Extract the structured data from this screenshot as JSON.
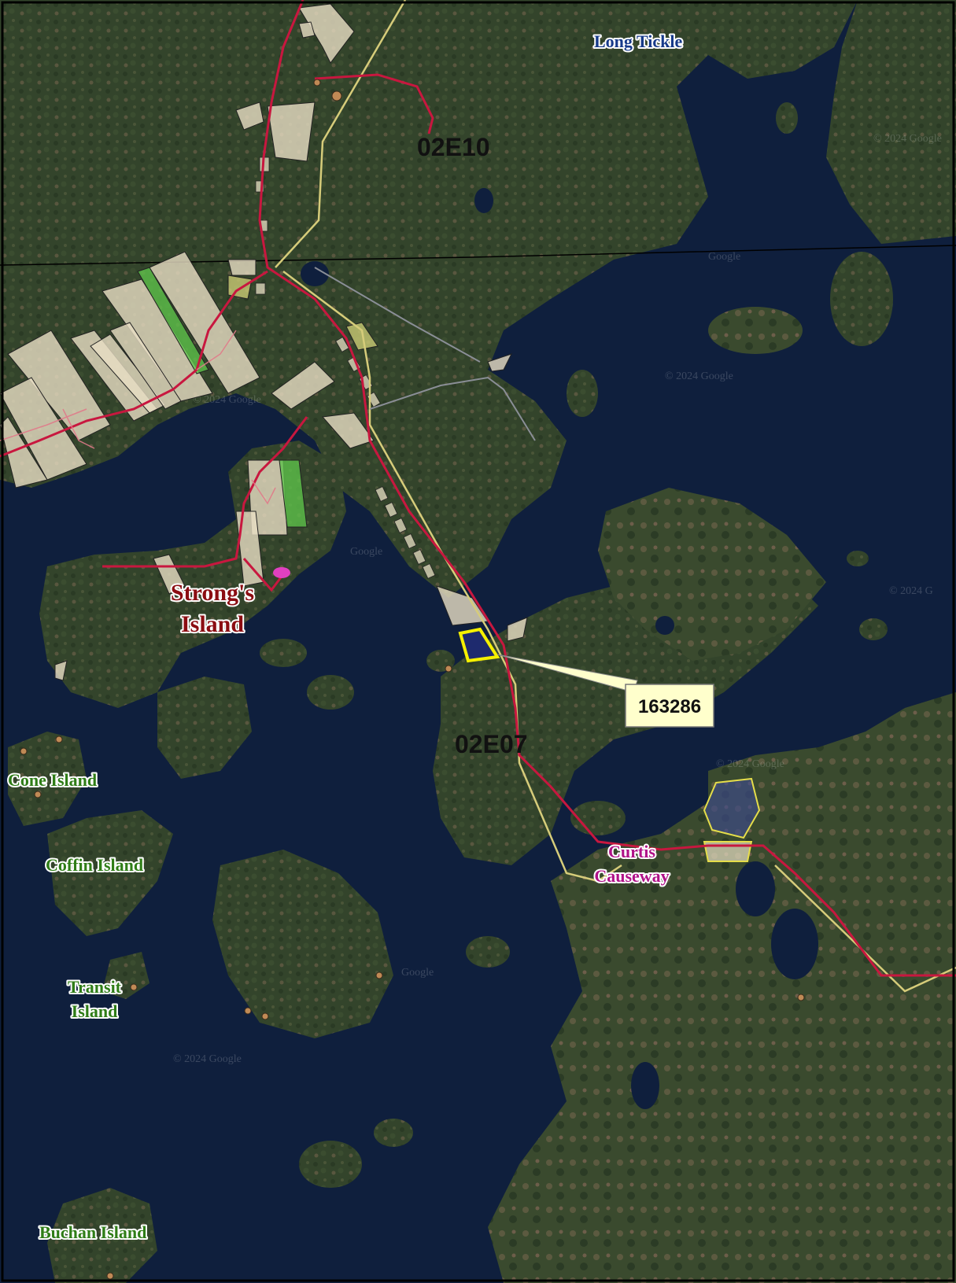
{
  "map": {
    "grid_labels": [
      {
        "id": "grid-02e10",
        "text": "02E10"
      },
      {
        "id": "grid-02e07",
        "text": "02E07"
      }
    ],
    "place_labels": {
      "long_tickle": "Long Tickle",
      "strongs_island_line1": "Strong's",
      "strongs_island_line2": "Island",
      "cone_island": "Cone Island",
      "coffin_island": "Coffin Island",
      "transit_island_line1": "Transit",
      "transit_island_line2": "Island",
      "buchan_island": "Buchan Island",
      "curtis_causeway_line1": "Curtis",
      "curtis_causeway_line2": "Causeway"
    },
    "callout": {
      "text": "163286"
    },
    "watermarks": [
      "© 2024 Google",
      "Google",
      "© 2024 Google",
      "Google",
      "© 2024 Google",
      "Google",
      "© 2024 Google",
      "© 2024 Google",
      "© 2024 G"
    ],
    "colors": {
      "water": "#0f1f3d",
      "land": "#33442b",
      "land_light": "#5a6040",
      "road": "#c8173f",
      "boundary": "#d6cc7a",
      "parcel_fill": "#e8dfc4",
      "green_parcel": "#5cc04a",
      "highlight": "#f5f000",
      "callout_fill": "#ffffcc",
      "label_red": "#8b0d12",
      "label_green": "#2f7d17",
      "label_blue": "#173a8a",
      "label_magenta": "#b01288"
    }
  }
}
